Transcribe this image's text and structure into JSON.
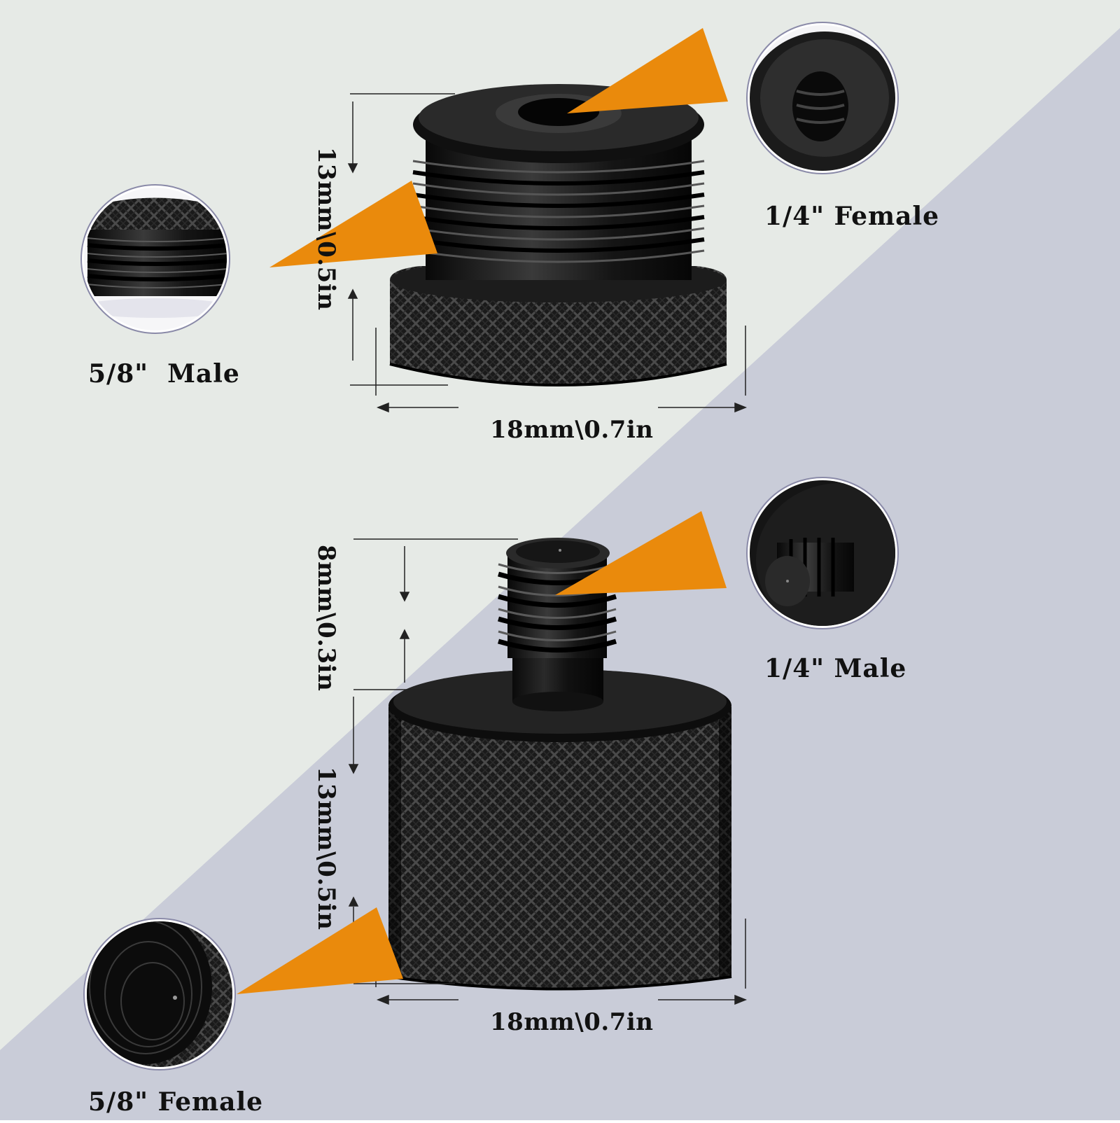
{
  "labels": {
    "top_female": "1/4\" Female",
    "top_male": "5/8\"  Male",
    "bottom_male": "1/4\" Male",
    "bottom_female": "5/8\" Female"
  },
  "dimensions": {
    "top_height": "13mm\\0.5in",
    "top_width": "18mm\\0.7in",
    "bottom_thread_height": "8mm\\0.3in",
    "bottom_body_height": "13mm\\0.5in",
    "bottom_width": "18mm\\0.7in"
  },
  "colors": {
    "background_left": "#e6eae6",
    "background_right": "#c9ccd8",
    "accent_arrow": "#ea8a0c",
    "metal_black": "#121212"
  }
}
